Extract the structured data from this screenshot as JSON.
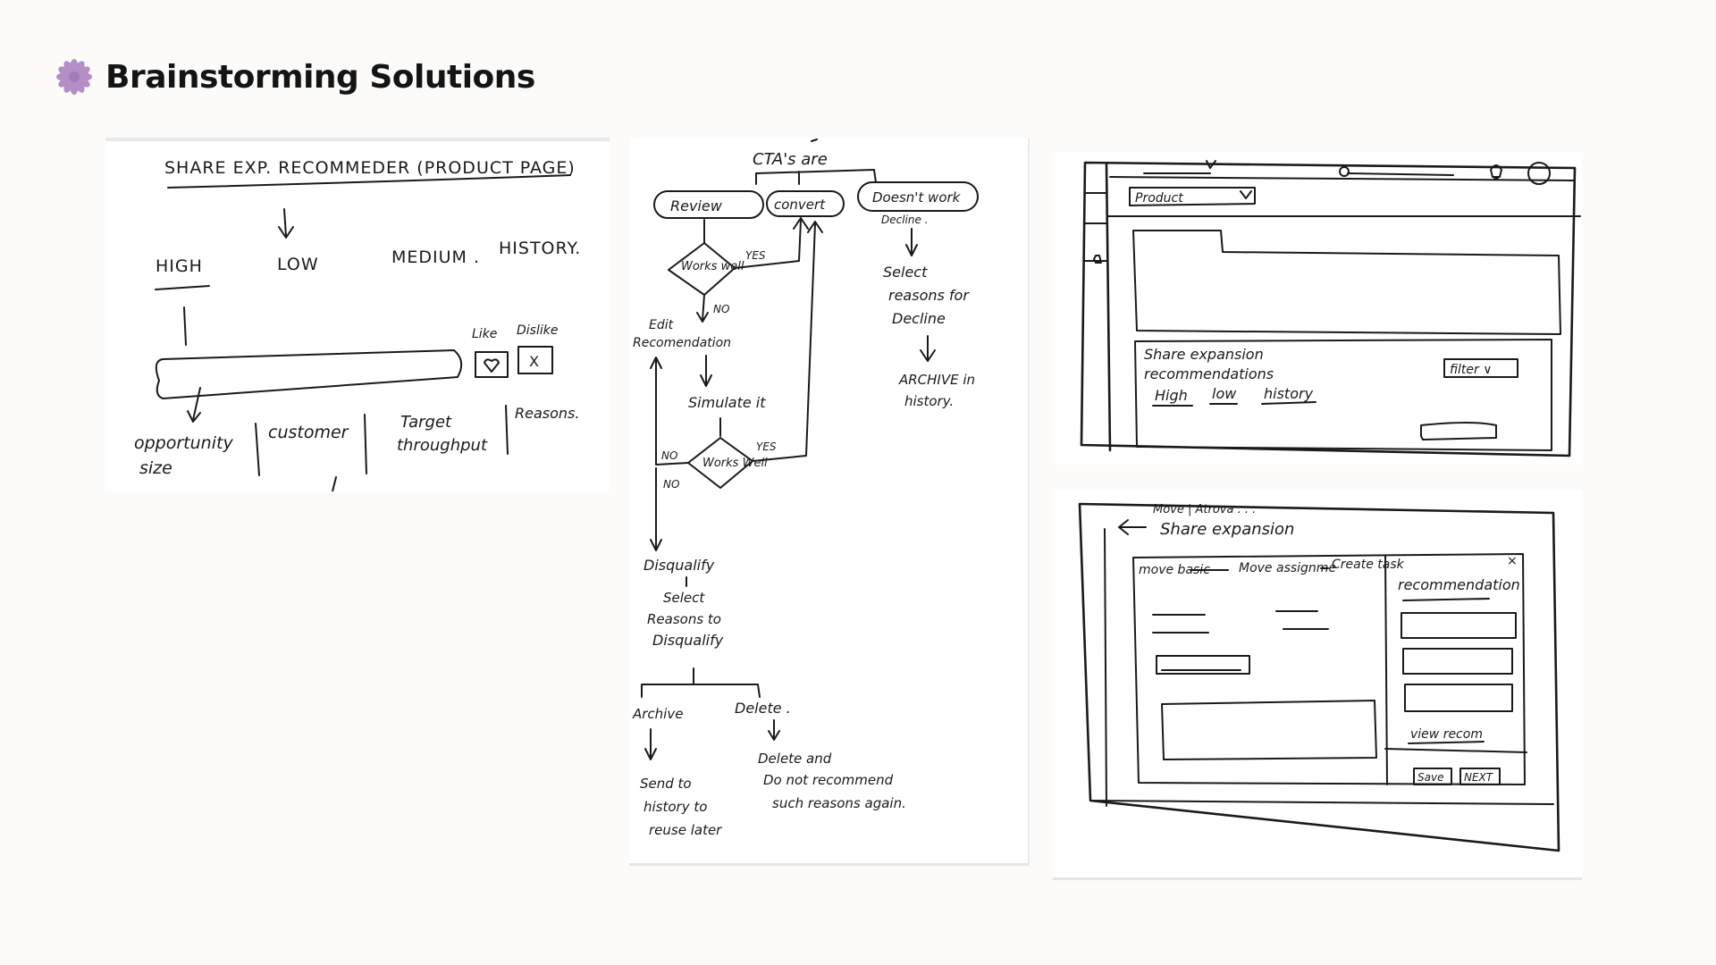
{
  "header": {
    "title": "Brainstorming Solutions",
    "icon": "flower-icon",
    "icon_color": "#b48fc7"
  },
  "sketch1": {
    "heading": "SHARE EXP. RECOMMEDER (PRODUCT PAGE)",
    "tab_high": "HIGH",
    "tab_low": "LOW",
    "tab_medium": "MEDIUM .",
    "tab_history": "HISTORY.",
    "like_label": "Like",
    "dislike_label": "Dislike",
    "dislike_mark": "X",
    "col_opportunity": "opportunity",
    "col_size": "size",
    "col_customer": "customer",
    "col_target": "Target",
    "col_throughput": "throughput",
    "col_reasons": "Reasons."
  },
  "sketch2": {
    "ctas_label": "CTA's are",
    "review": "Review",
    "convert": "convert",
    "doesnt_work": "Doesn't work",
    "decline": "Decline .",
    "works_well_1": "Works well",
    "yes_1": "YES",
    "no_1": "NO",
    "edit_line1": "Edit",
    "edit_line2": "Recomendation",
    "simulate": "Simulate it",
    "works_well_2": "Works Well",
    "yes_2": "YES",
    "no_2": "NO",
    "no_3": "NO",
    "select_line1": "Select",
    "select_line2": "reasons for",
    "select_line3": "Decline",
    "archive_history_1": "ARCHIVE in",
    "archive_history_2": "history.",
    "disqualify": "Disqualify",
    "select_reasons_1": "Select",
    "select_reasons_2": "Reasons to",
    "select_reasons_3": "Disqualify",
    "archive": "Archive",
    "delete": "Delete .",
    "send_1": "Send to",
    "send_2": "history to",
    "send_3": "reuse later",
    "delete_1": "Delete and",
    "delete_2": "Do not recommend",
    "delete_3": "such reasons again."
  },
  "sketch3": {
    "product_dropdown": "Product",
    "panel_title_1": "Share expansion",
    "panel_title_2": "recommendations",
    "filter_label": "filter ∨",
    "tab_high": "High",
    "tab_low": "low",
    "tab_history": "history"
  },
  "sketch4": {
    "breadcrumb": "Move | Atrova . . .",
    "title": "Share expansion",
    "step1": "move basic",
    "step2": "Move assignme",
    "step3": "Create task",
    "recommendation": "recommendation",
    "close": "×",
    "view_recom": "view recom",
    "save": "Save",
    "next": "NEXT"
  }
}
